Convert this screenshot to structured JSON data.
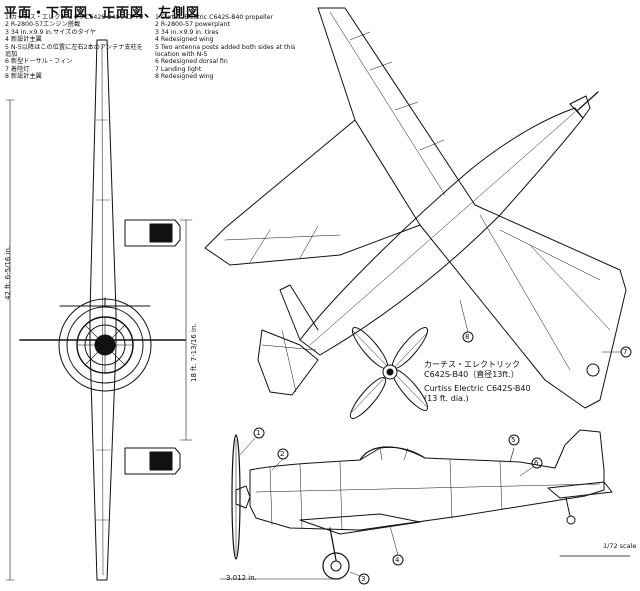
{
  "title": "平面・下面図、正面図、左側図",
  "legend_ja": [
    "1 カーチス・エレクトリックC642S-B40プロペラ",
    "2 R-2800-57エンジン搭載",
    "3 34 in.×9.9 in.サイズのタイヤ",
    "4 新設計主翼",
    "5 N-5以降はこの位置に左右2本のアンテナ支柱を",
    "   追加",
    "6 新型ドーサル・フィン",
    "7 着陸灯",
    "8 新設計主翼"
  ],
  "legend_en": [
    "1 Curtiss Electric C642S-B40 propeller",
    "2 R-2800-57 powerplant",
    "3 34 in.×9.9 in. tires",
    "4 Redesigned wing",
    "5 Two antenna posts added both sides at this",
    "   location with N-5",
    "6 Redesigned dorsal fin",
    "7 Landing light",
    "8 Redesigned wing"
  ],
  "propeller_label": {
    "ja": "カーチス・エレクトリック",
    "model": "C642S-B40（直径13ft.）",
    "en": "Curtiss Electric C642S-B40",
    "dia": "(13 ft. dia.)"
  },
  "dimensions": {
    "span": "42 ft. 6-5/16 in.",
    "height": "18 ft. 7-13/16 in.",
    "gear": "3.012 in."
  },
  "scale": "1/72 scale",
  "callouts": [
    "1",
    "2",
    "3",
    "4",
    "5",
    "6",
    "7",
    "8"
  ]
}
